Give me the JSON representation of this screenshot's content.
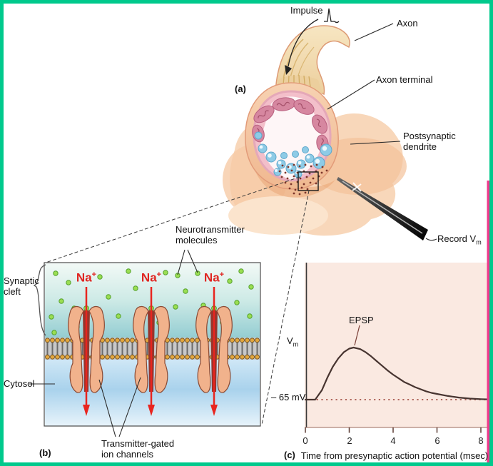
{
  "colors": {
    "frame_green": "#00c98c",
    "slide_edge_magenta": "#ee3a8c",
    "na_red": "#e02521",
    "curve_brown": "#473430",
    "panel_c_background": "#fae9e1",
    "neurotransmitter_green": "#9ade52",
    "channel_peach": "#f1b28c"
  },
  "panel_a": {
    "tag": "(a)",
    "impulse": "Impulse",
    "axon": "Axon",
    "axon_terminal": "Axon terminal",
    "postsynaptic_1": "Postsynaptic",
    "postsynaptic_2": "dendrite",
    "record_prefix": "Record V",
    "record_sub": "m"
  },
  "panel_b": {
    "tag": "(b)",
    "neurotransmitter_1": "Neurotransmitter",
    "neurotransmitter_2": "molecules",
    "synaptic_cleft_1": "Synaptic",
    "synaptic_cleft_2": "cleft",
    "cytosol": "Cytosol",
    "ion_channels_1": "Transmitter-gated",
    "ion_channels_2": "ion channels",
    "na_base": "Na",
    "na_sup": "+"
  },
  "panel_c": {
    "tag": "(c)",
    "vm_prefix": "V",
    "vm_sub": "m",
    "baseline_label": "– 65 mV",
    "epsp_label": "EPSP",
    "xlabel": "Time from presynaptic action potential (msec)"
  },
  "chart_data": {
    "type": "line",
    "title": "EPSP recorded in postsynaptic dendrite",
    "xlabel": "Time from presynaptic action potential (msec)",
    "ylabel": "Vm",
    "x_ticks": [
      0,
      2,
      4,
      6,
      8
    ],
    "x_tick_labels": [
      "0",
      "2",
      "4",
      "6",
      "8"
    ],
    "xlim": [
      0,
      8.3
    ],
    "baseline_mV": -65,
    "annotation": "EPSP",
    "peak_time_msec": 2.2,
    "grid": false,
    "series": [
      {
        "name": "EPSP",
        "x": [
          0,
          0.45,
          0.75,
          1,
          1.25,
          1.5,
          1.75,
          2,
          2.2,
          2.5,
          2.75,
          3,
          3.25,
          3.5,
          3.75,
          4,
          4.25,
          4.5,
          4.75,
          5,
          5.25,
          5.5,
          5.75,
          6,
          6.5,
          7,
          7.5,
          8,
          8.3
        ],
        "rel_amplitude": [
          0,
          0,
          0.18,
          0.42,
          0.63,
          0.79,
          0.91,
          0.98,
          1,
          0.97,
          0.91,
          0.83,
          0.74,
          0.65,
          0.56,
          0.48,
          0.41,
          0.34,
          0.29,
          0.24,
          0.2,
          0.16,
          0.13,
          0.11,
          0.07,
          0.04,
          0.02,
          0.01,
          0.005
        ]
      }
    ]
  }
}
